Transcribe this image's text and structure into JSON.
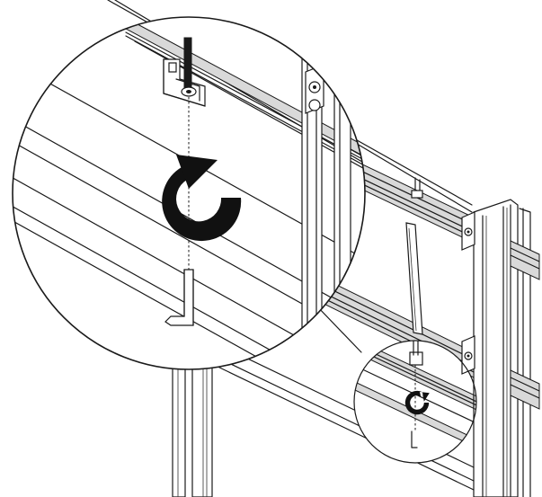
{
  "diagram": {
    "subject": "wall-mount-bracket-tightening",
    "rotation_direction": "clockwise",
    "tool": "allen-key",
    "colors": {
      "line": "#1a1a1a",
      "fill_gray": "#d9d9d9",
      "arrow": "#111111",
      "background": "#ffffff"
    },
    "icons": [
      "clockwise-arrow-icon",
      "allen-key-icon",
      "bolt-icon",
      "bracket-icon"
    ]
  }
}
